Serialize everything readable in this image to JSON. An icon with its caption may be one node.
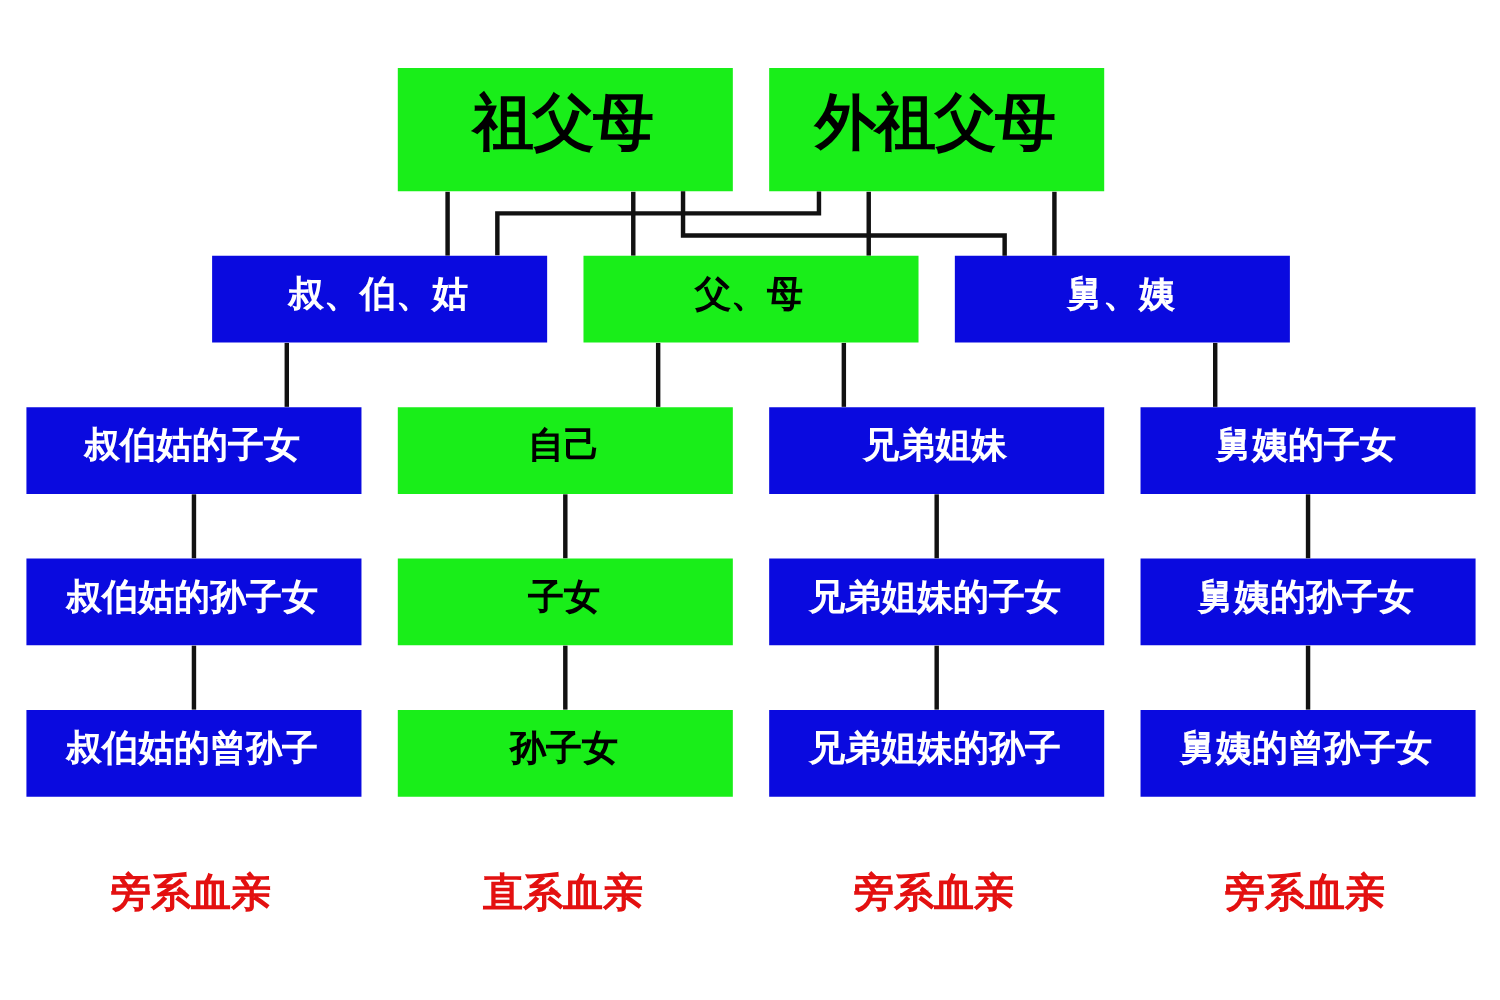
{
  "diagram": {
    "nodes": [
      {
        "text": [
          "祖父母"
        ]
      },
      {
        "text": [
          "外祖父母"
        ]
      },
      {
        "text": [
          "叔、伯、姑"
        ]
      },
      {
        "text": [
          "父、母"
        ]
      },
      {
        "text": [
          "舅、姨"
        ]
      },
      {
        "text": [
          "叔伯姑的子女"
        ]
      },
      {
        "text": [
          "自己"
        ]
      },
      {
        "text": [
          "兄弟姐妹"
        ]
      },
      {
        "text": [
          "舅姨的子女"
        ]
      },
      {
        "text": [
          "叔伯姑的孙子女"
        ]
      },
      {
        "text": [
          "子女"
        ]
      },
      {
        "text": [
          "兄弟姐妹的子女"
        ]
      },
      {
        "text": [
          "舅姨的孙子女"
        ]
      },
      {
        "text": [
          "叔伯姑的曾孙子"
        ]
      },
      {
        "text": [
          "孙子女"
        ]
      },
      {
        "text": [
          "兄弟姐妹的孙子"
        ]
      },
      {
        "text": [
          "舅姨的曾孙子女"
        ]
      }
    ],
    "edges": [
      {
        "from": 0,
        "to": 2,
        "arrow": "none"
      },
      {
        "from": 0,
        "to": 3,
        "arrow": "none"
      },
      {
        "from": 0,
        "to": 4,
        "arrow": "none"
      },
      {
        "from": 1,
        "to": 2,
        "arrow": "none"
      },
      {
        "from": 1,
        "to": 3,
        "arrow": "none"
      },
      {
        "from": 1,
        "to": 4,
        "arrow": "none"
      },
      {
        "from": 3,
        "to": 6,
        "arrow": "none"
      },
      {
        "from": 3,
        "to": 7,
        "arrow": "none"
      },
      {
        "from": 2,
        "to": 5,
        "arrow": "none"
      },
      {
        "from": 5,
        "to": 9,
        "arrow": "none"
      },
      {
        "from": 9,
        "to": 13,
        "arrow": "none"
      },
      {
        "from": 6,
        "to": 10,
        "arrow": "none"
      },
      {
        "from": 10,
        "to": 14,
        "arrow": "none"
      },
      {
        "from": 7,
        "to": 11,
        "arrow": "none"
      },
      {
        "from": 11,
        "to": 15,
        "arrow": "none"
      },
      {
        "from": 4,
        "to": 8,
        "arrow": "none"
      },
      {
        "from": 8,
        "to": 12,
        "arrow": "none"
      },
      {
        "from": 12,
        "to": 16,
        "arrow": "none"
      }
    ],
    "labels": [
      "旁系血亲",
      "直系血亲",
      "旁系血亲",
      "旁系血亲"
    ]
  }
}
